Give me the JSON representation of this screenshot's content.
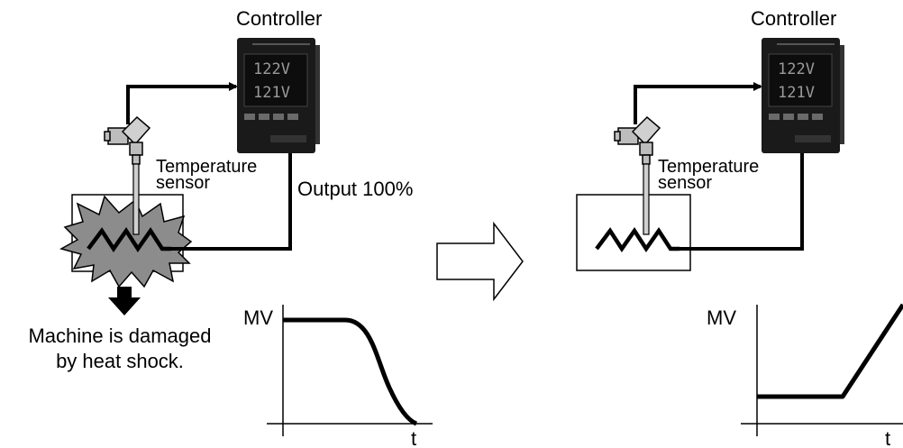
{
  "left_panel": {
    "controller_label": "Controller",
    "controller_display_top": "122V",
    "controller_display_bottom": "121V",
    "sensor_label_line1": "Temperature",
    "sensor_label_line2": "sensor",
    "output_label": "Output 100%",
    "damage_label_line1": "Machine is damaged",
    "damage_label_line2": "by heat shock.",
    "graph": {
      "y_label": "MV",
      "x_label": "t"
    }
  },
  "transition_arrow": "arrow-right",
  "right_panel": {
    "controller_label": "Controller",
    "controller_display_top": "122V",
    "controller_display_bottom": "121V",
    "sensor_label_line1": "Temperature",
    "sensor_label_line2": "sensor",
    "graph": {
      "y_label": "MV",
      "x_label": "t"
    }
  },
  "colors": {
    "wire": "#000000",
    "controller_body": "#1a1a1a",
    "explosion_fill": "#8c8c8c",
    "sensor_metal": "#bdbdbd"
  }
}
